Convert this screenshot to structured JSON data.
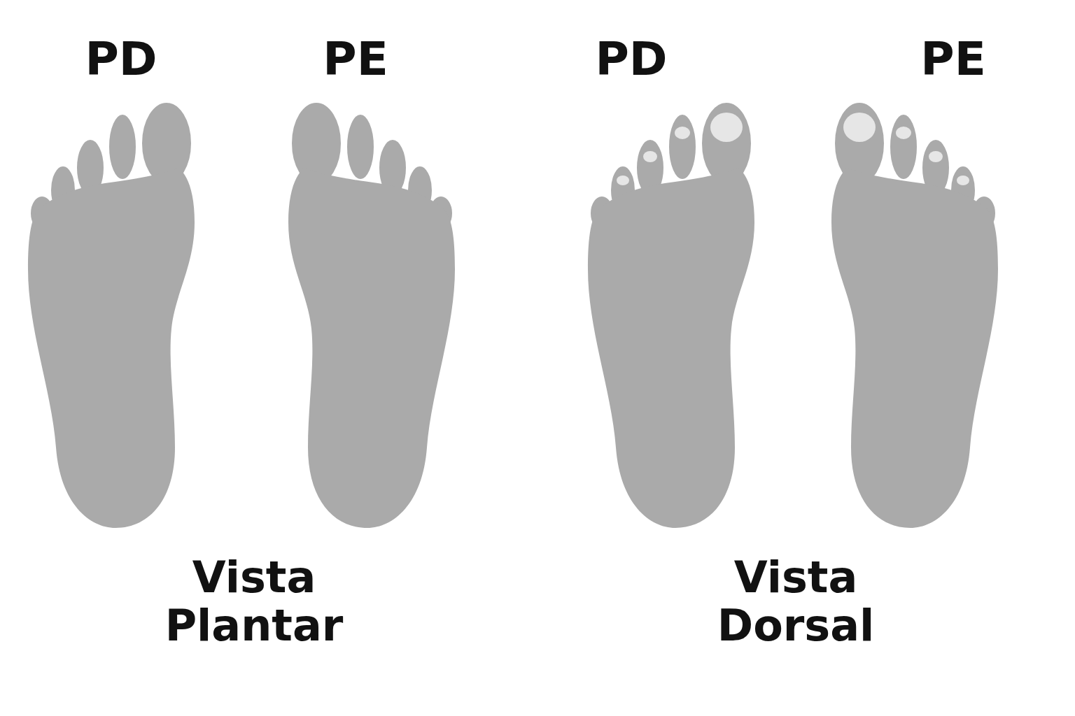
{
  "diagram": {
    "labels": [
      "PD",
      "PE",
      "PD",
      "PE",
      "Vista Plantar",
      "Vista Dorsal"
    ]
  }
}
